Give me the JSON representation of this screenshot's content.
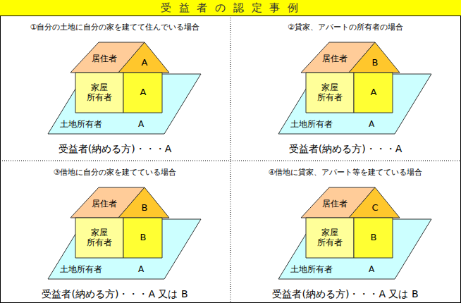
{
  "diagram": {
    "title": "受 益 者 の 認 定 事 例",
    "nodes": [
      {
        "text": [
          "居住者"
        ]
      },
      {
        "text": [
          "A"
        ]
      },
      {
        "text": [
          "家屋 所有者"
        ]
      },
      {
        "text": [
          "A"
        ]
      },
      {
        "text": [
          "土地所有者",
          "A"
        ]
      },
      {
        "text": [
          "居住者"
        ]
      },
      {
        "text": [
          "B"
        ]
      },
      {
        "text": [
          "家屋 所有者"
        ]
      },
      {
        "text": [
          "A"
        ]
      },
      {
        "text": [
          "土地所有者",
          "A"
        ]
      },
      {
        "text": [
          "居住者"
        ]
      },
      {
        "text": [
          "B"
        ]
      },
      {
        "text": [
          "家屋 所有者"
        ]
      },
      {
        "text": [
          "B"
        ]
      },
      {
        "text": [
          "土地所有者",
          "A"
        ]
      },
      {
        "text": [
          "居住者"
        ]
      },
      {
        "text": [
          "C"
        ]
      },
      {
        "text": [
          "家屋 所有者"
        ]
      },
      {
        "text": [
          "B"
        ]
      },
      {
        "text": [
          "土地所有者",
          "A"
        ]
      }
    ],
    "labels": [
      "①自分の土地に自分の家を建てて住んでいる場合",
      "受益者(納める方)・・・A",
      "②貸家、アパートの所有者の場合",
      "受益者(納める方)・・・A",
      "③借地に自分の家を建てている場合",
      "受益者(納める方)・・・A 又は B",
      "④借地に貸家、アパート等を建てている場合",
      "受益者(納める方)・・・A 又は B"
    ]
  }
}
